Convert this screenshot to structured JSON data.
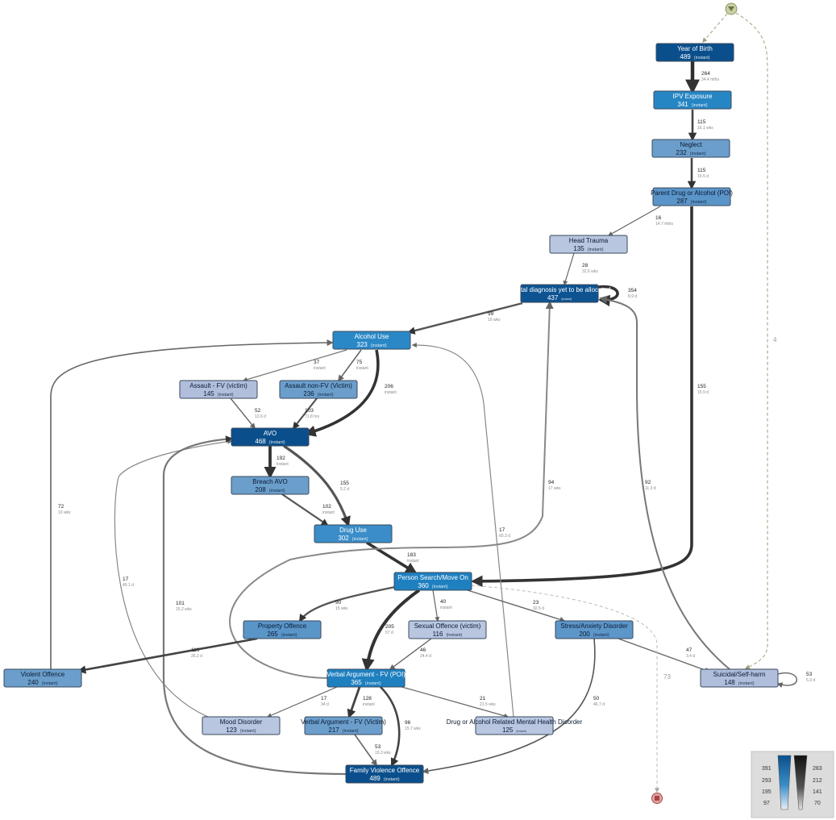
{
  "nodes": [
    {
      "id": "yob",
      "name": "Year of Birth",
      "count": "489",
      "note": "(instant)",
      "fill": "#0a4f8c",
      "text": "#ffffff"
    },
    {
      "id": "ipv",
      "name": "IPV Exposure",
      "count": "341",
      "note": "(instant)",
      "fill": "#2686c4",
      "text": "#ffffff"
    },
    {
      "id": "neglect",
      "name": "Neglect",
      "count": "232",
      "note": "(instant)",
      "fill": "#6b9ecb",
      "text": "#0a1a33"
    },
    {
      "id": "parent",
      "name": "Parent Drug or Alcohol (POI)",
      "count": "287",
      "note": "(instant)",
      "fill": "#5b94c8",
      "text": "#0a1a33"
    },
    {
      "id": "head",
      "name": "Head Trauma",
      "count": "135",
      "note": "(instant)",
      "fill": "#b8c6e0",
      "text": "#0a1a33"
    },
    {
      "id": "mental",
      "name": "Mental diagnosis yet to be allocated",
      "count": "437",
      "note": "(instant)",
      "fill": "#0d5391",
      "text": "#ffffff"
    },
    {
      "id": "alcohol",
      "name": "Alcohol Use",
      "count": "323",
      "note": "(instant)",
      "fill": "#2a88c6",
      "text": "#ffffff"
    },
    {
      "id": "assaultfv",
      "name": "Assault - FV (victim)",
      "count": "145",
      "note": "(instant)",
      "fill": "#b0bedc",
      "text": "#0a1a33"
    },
    {
      "id": "assaultnonfv",
      "name": "Assault non-FV (Victim)",
      "count": "236",
      "note": "(instant)",
      "fill": "#6b9ecb",
      "text": "#0a1a33"
    },
    {
      "id": "avo",
      "name": "AVO",
      "count": "468",
      "note": "(instant)",
      "fill": "#0a4f8c",
      "text": "#ffffff"
    },
    {
      "id": "breach",
      "name": "Breach AVO",
      "count": "208",
      "note": "(instant)",
      "fill": "#6b9ecb",
      "text": "#0a1a33"
    },
    {
      "id": "drug",
      "name": "Drug Use",
      "count": "302",
      "note": "(instant)",
      "fill": "#3a8dc8",
      "text": "#ffffff"
    },
    {
      "id": "person",
      "name": "Person Search/Move On",
      "count": "360",
      "note": "(instant)",
      "fill": "#1f80c0",
      "text": "#ffffff"
    },
    {
      "id": "property",
      "name": "Property Offence",
      "count": "265",
      "note": "(instant)",
      "fill": "#5a95c8",
      "text": "#0a1a33"
    },
    {
      "id": "sexual",
      "name": "Sexual Offence (victim)",
      "count": "116",
      "note": "(instant)",
      "fill": "#b8c6e0",
      "text": "#0a1a33"
    },
    {
      "id": "stress",
      "name": "Stress/Anxiety Disorder",
      "count": "200",
      "note": "(instant)",
      "fill": "#5d96c9",
      "text": "#0a1a33"
    },
    {
      "id": "violent",
      "name": "Violent Offence",
      "count": "240",
      "note": "(instant)",
      "fill": "#6b9ecb",
      "text": "#0a1a33"
    },
    {
      "id": "verbalpoi",
      "name": "Verbal Argument - FV (POI)",
      "count": "365",
      "note": "(instant)",
      "fill": "#1f80c0",
      "text": "#ffffff"
    },
    {
      "id": "suicidal",
      "name": "Suicidal/Self-harm",
      "count": "148",
      "note": "(instant)",
      "fill": "#b0bedc",
      "text": "#0a1a33"
    },
    {
      "id": "mood",
      "name": "Mood Disorder",
      "count": "123",
      "note": "(instant)",
      "fill": "#b8c6e0",
      "text": "#0a1a33"
    },
    {
      "id": "verbalvic",
      "name": "Verbal Argument - FV (Victim)",
      "count": "217",
      "note": "(instant)",
      "fill": "#6b9ecb",
      "text": "#0a1a33"
    },
    {
      "id": "drugmh",
      "name": "Drug or Alcohol Related Mental Health Disorder",
      "count": "125",
      "note": "(instant)",
      "fill": "#b8c6e0",
      "text": "#0a1a33"
    },
    {
      "id": "fvo",
      "name": "Family Violence Offence",
      "count": "489",
      "note": "(instant)",
      "fill": "#0a4f8c",
      "text": "#ffffff"
    }
  ],
  "edges": [
    {
      "from": "yob",
      "to": "ipv",
      "count": "264",
      "duration": "34.4 mths"
    },
    {
      "from": "ipv",
      "to": "neglect",
      "count": "115",
      "duration": "16.1 wks"
    },
    {
      "from": "neglect",
      "to": "parent",
      "count": "115",
      "duration": "19.5 d"
    },
    {
      "from": "parent",
      "to": "head",
      "count": "16",
      "duration": "14.7 mths"
    },
    {
      "from": "head",
      "to": "mental",
      "count": "28",
      "duration": "32.6 wks"
    },
    {
      "from": "mental",
      "to": "mental",
      "count": "354",
      "duration": "8.9 d"
    },
    {
      "from": "mental",
      "to": "alcohol",
      "count": "99",
      "duration": "19 wks"
    },
    {
      "from": "alcohol",
      "to": "assaultfv",
      "count": "37",
      "duration": "instant"
    },
    {
      "from": "alcohol",
      "to": "assaultnonfv",
      "count": "75",
      "duration": "instant"
    },
    {
      "from": "alcohol",
      "to": "avo",
      "count": "206",
      "duration": "instant"
    },
    {
      "from": "assaultfv",
      "to": "avo",
      "count": "52",
      "duration": "12.6 d"
    },
    {
      "from": "assaultnonfv",
      "to": "avo",
      "count": "103",
      "duration": "71.8 hrs"
    },
    {
      "from": "avo",
      "to": "breach",
      "count": "192",
      "duration": "instant"
    },
    {
      "from": "avo",
      "to": "drug",
      "count": "155",
      "duration": "5.2 d"
    },
    {
      "from": "breach",
      "to": "drug",
      "count": "102",
      "duration": "instant"
    },
    {
      "from": "drug",
      "to": "person",
      "count": "183",
      "duration": "instant"
    },
    {
      "from": "parent",
      "to": "person",
      "count": "155",
      "duration": "15.9 d"
    },
    {
      "from": "verbalpoi",
      "to": "mental",
      "count": "94",
      "duration": "17 wks"
    },
    {
      "from": "drugmh",
      "to": "alcohol",
      "count": "17",
      "duration": "60.3 d"
    },
    {
      "from": "suicidal",
      "to": "mental",
      "count": "92",
      "duration": "11.3 d"
    },
    {
      "from": "violent",
      "to": "alcohol",
      "count": "72",
      "duration": "19 wks"
    },
    {
      "from": "mood",
      "to": "avo",
      "count": "17",
      "duration": "49.1 d"
    },
    {
      "from": "fvo",
      "to": "avo",
      "count": "101",
      "duration": "15.2 wks"
    },
    {
      "from": "person",
      "to": "property",
      "count": "90",
      "duration": "15 wks"
    },
    {
      "from": "person",
      "to": "verbalpoi",
      "count": "205",
      "duration": "57 d"
    },
    {
      "from": "person",
      "to": "sexual",
      "count": "40",
      "duration": "instant"
    },
    {
      "from": "person",
      "to": "stress",
      "count": "23",
      "duration": "32.5 d"
    },
    {
      "from": "property",
      "to": "violent",
      "count": "110",
      "duration": "26.2 d"
    },
    {
      "from": "sexual",
      "to": "verbalpoi",
      "count": "46",
      "duration": "24.4 d"
    },
    {
      "from": "stress",
      "to": "suicidal",
      "count": "47",
      "duration": "3.4 d"
    },
    {
      "from": "suicidal",
      "to": "suicidal",
      "count": "53",
      "duration": "5.3 d"
    },
    {
      "from": "stress",
      "to": "fvo",
      "count": "50",
      "duration": "46.7 d"
    },
    {
      "from": "verbalpoi",
      "to": "mood",
      "count": "17",
      "duration": "34 d"
    },
    {
      "from": "verbalpoi",
      "to": "verbalvic",
      "count": "128",
      "duration": "instant"
    },
    {
      "from": "verbalpoi",
      "to": "drugmh",
      "count": "21",
      "duration": "21.5 wks"
    },
    {
      "from": "verbalpoi",
      "to": "fvo",
      "count": "96",
      "duration": "15.7 wks"
    },
    {
      "from": "verbalvic",
      "to": "fvo",
      "count": "53",
      "duration": "19.3 wks"
    }
  ],
  "dashed_edges": [
    {
      "from": "start",
      "to": "yob",
      "count": ""
    },
    {
      "from": "start",
      "to": "suicidal",
      "count": "4"
    },
    {
      "from": "person",
      "to": "end",
      "count": "73"
    }
  ],
  "start_icon": "play-triangle-icon",
  "end_icon": "stop-square-icon",
  "legend": {
    "activity_ticks": [
      "391",
      "293",
      "195",
      "97"
    ],
    "path_ticks": [
      "283",
      "212",
      "141",
      "70"
    ]
  }
}
